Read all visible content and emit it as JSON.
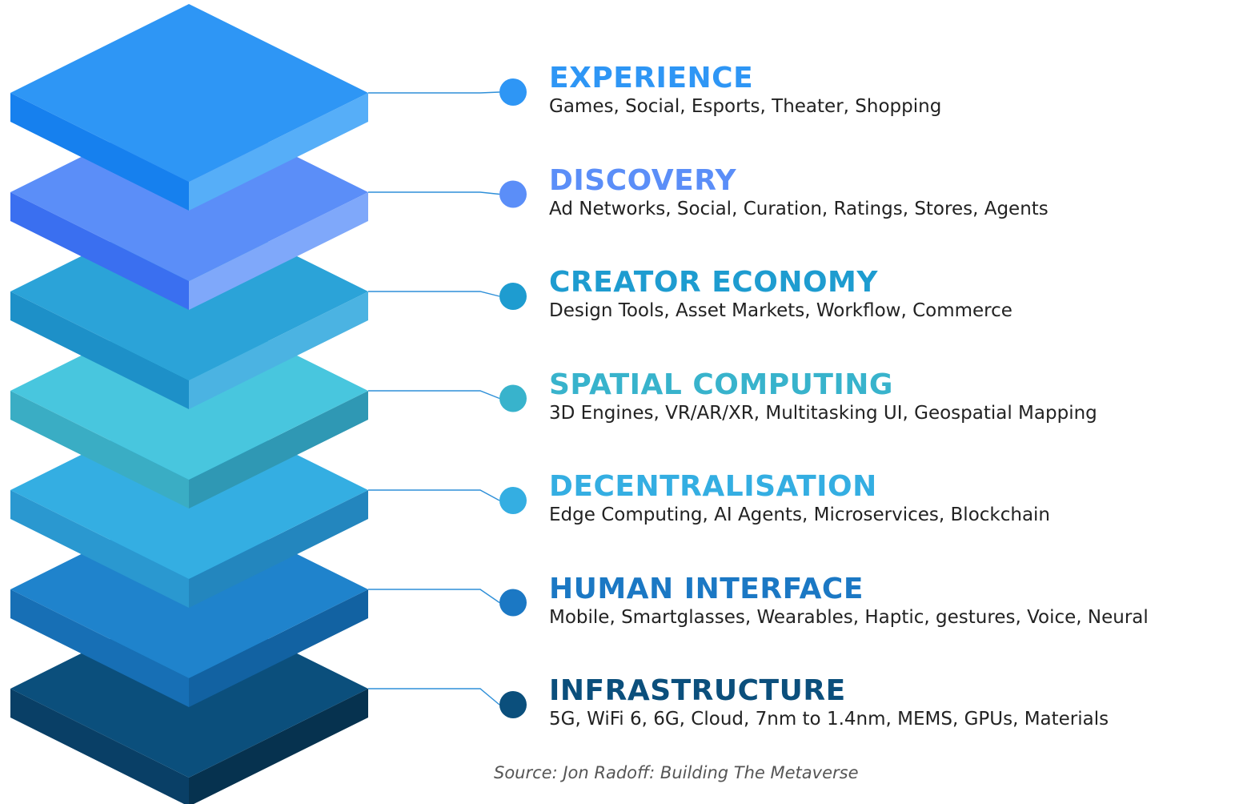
{
  "layers": [
    {
      "title": "EXPERIENCE",
      "description": "Games, Social, Esports, Theater, Shopping",
      "colors": {
        "top": "#2E96F5",
        "left": "#1680EE",
        "right": "#56AEF8",
        "label": "#2E96F5"
      }
    },
    {
      "title": "DISCOVERY",
      "description": "Ad Networks, Social, Curation, Ratings, Stores, Agents",
      "colors": {
        "top": "#5B8EF8",
        "left": "#3A6FF0",
        "right": "#7FA8FA",
        "label": "#5B8EF8"
      }
    },
    {
      "title": "CREATOR ECONOMY",
      "description": "Design Tools, Asset Markets, Workflow, Commerce",
      "colors": {
        "top": "#2BA3D8",
        "left": "#1D90C8",
        "right": "#4BB3E2",
        "label": "#1E9CD0"
      }
    },
    {
      "title": "SPATIAL COMPUTING",
      "description": "3D Engines, VR/AR/XR, Multitasking UI, Geospatial Mapping",
      "colors": {
        "top": "#48C6DE",
        "left": "#3AADC4",
        "right": "#2F98B4",
        "label": "#38B3CC"
      }
    },
    {
      "title": "DECENTRALISATION",
      "description": "Edge Computing, AI Agents, Microservices, Blockchain",
      "colors": {
        "top": "#34AEE2",
        "left": "#2A98D0",
        "right": "#2386BE",
        "label": "#34AEE2"
      }
    },
    {
      "title": "HUMAN INTERFACE",
      "description": "Mobile, Smartglasses, Wearables, Haptic, gestures, Voice, Neural",
      "colors": {
        "top": "#1F83CC",
        "left": "#176FB5",
        "right": "#1262A2",
        "label": "#1B78C4"
      }
    },
    {
      "title": "INFRASTRUCTURE",
      "description": "5G, WiFi 6, 6G, Cloud, 7nm to 1.4nm, MEMS, GPUs, Materials",
      "colors": {
        "top": "#0B4F7C",
        "left": "#093F66",
        "right": "#06324F",
        "label": "#0B4F7C"
      }
    }
  ],
  "source": "Source: Jon Radoff: Building The Metaverse",
  "connector_color": "#2E8FD8"
}
